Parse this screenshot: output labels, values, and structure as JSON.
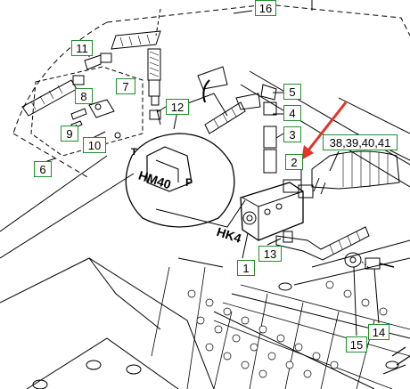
{
  "callouts": {
    "c16": "16",
    "c11": "11",
    "c7": "7",
    "c8": "8",
    "c9": "9",
    "c10": "10",
    "c12": "12",
    "c6": "6",
    "c5": "5",
    "c4": "4",
    "c3": "3",
    "c2": "2",
    "c38": "38,39,40,41",
    "c13": "13",
    "c1": "1",
    "c15": "15",
    "c14": "14"
  },
  "labels": {
    "hm40": "HM40",
    "p": "P",
    "t": "T",
    "hk4": "HK4"
  },
  "colors": {
    "callout_border": "#1f8f2a",
    "arrow": "#e0352b",
    "line": "#000000"
  }
}
